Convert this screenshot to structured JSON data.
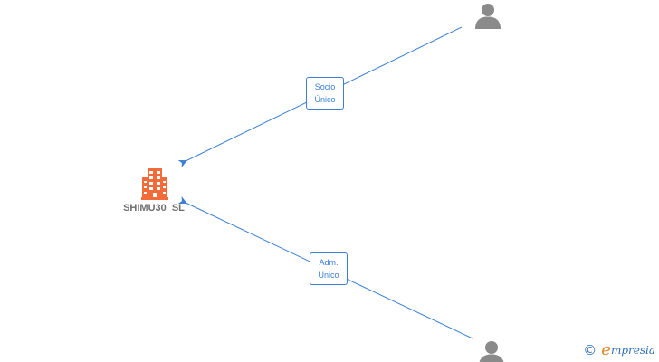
{
  "company": {
    "name": "SHIMU30  SL",
    "icon": "building-icon",
    "color": "#f26b38"
  },
  "relations": [
    {
      "label_line1": "Socio",
      "label_line2": "Único",
      "from_icon": "person-icon"
    },
    {
      "label_line1": "Adm.",
      "label_line2": "Unico",
      "from_icon": "person-icon"
    }
  ],
  "colors": {
    "edge": "#3a7fd5",
    "person": "#8a8a8a",
    "company_label": "#6e6e6e"
  },
  "footer": {
    "copyright_symbol": "©",
    "brand_initial": "e",
    "brand_rest": "mpresia"
  }
}
